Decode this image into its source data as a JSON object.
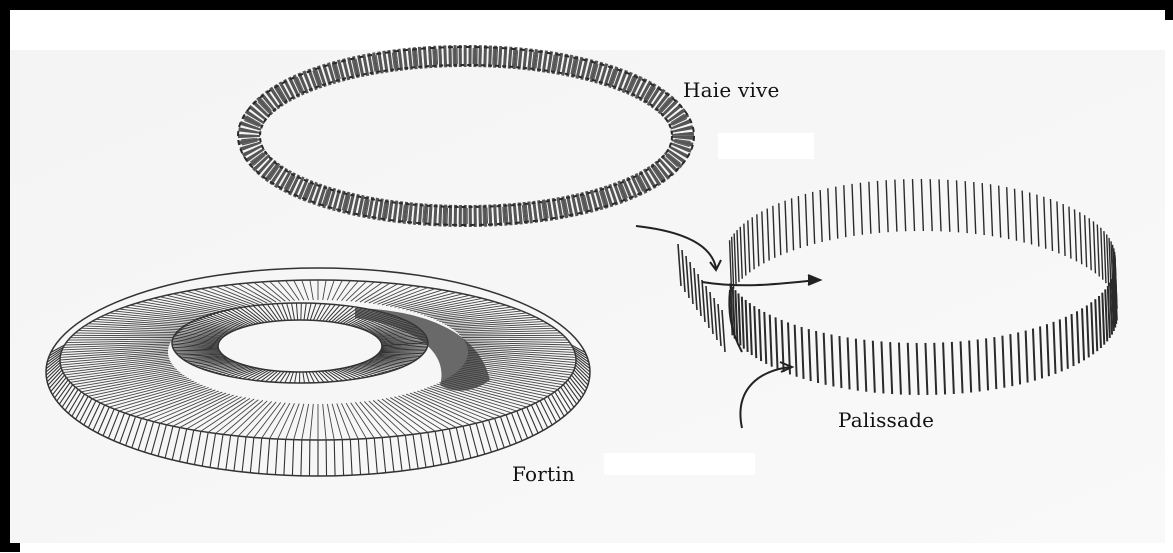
{
  "labels": {
    "haie": "Haie vive",
    "palissade": "Palissade",
    "fortin": "Fortin"
  },
  "colors": {
    "ink": "#222222",
    "paper": "#f7f7f7",
    "frame": "#000000"
  }
}
